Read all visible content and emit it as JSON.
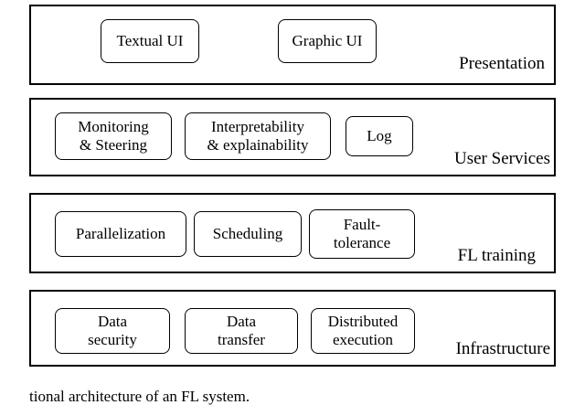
{
  "layers": [
    {
      "label": "Presentation",
      "boxes": [
        "Textual UI",
        "Graphic UI"
      ]
    },
    {
      "label": "User Services",
      "boxes": [
        "Monitoring\n& Steering",
        "Interpretability\n& explainability",
        "Log"
      ]
    },
    {
      "label": "FL training",
      "boxes": [
        "Parallelization",
        "Scheduling",
        "Fault-\ntolerance"
      ]
    },
    {
      "label": "Infrastructure",
      "boxes": [
        "Data\nsecurity",
        "Data\ntransfer",
        "Distributed\nexecution"
      ]
    }
  ],
  "caption": "tional architecture of an FL system."
}
